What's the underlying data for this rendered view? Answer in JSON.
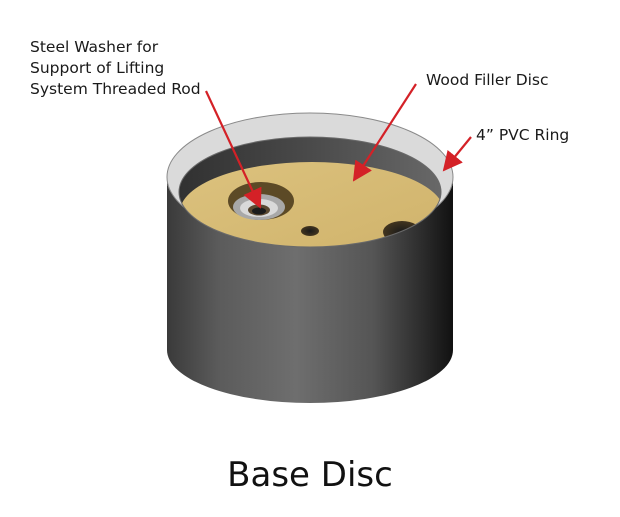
{
  "labels": {
    "washer": [
      "Steel Washer for",
      "Support of Lifting",
      "System Threaded Rod"
    ],
    "wood": "Wood Filler Disc",
    "pvc": "4” PVC Ring"
  },
  "caption": "Base Disc",
  "colors": {
    "arrow": "#d42127",
    "ring_rim": "#d9d9d9",
    "ring_wall": "#5a5a5a",
    "wood": "#d6ba74"
  }
}
